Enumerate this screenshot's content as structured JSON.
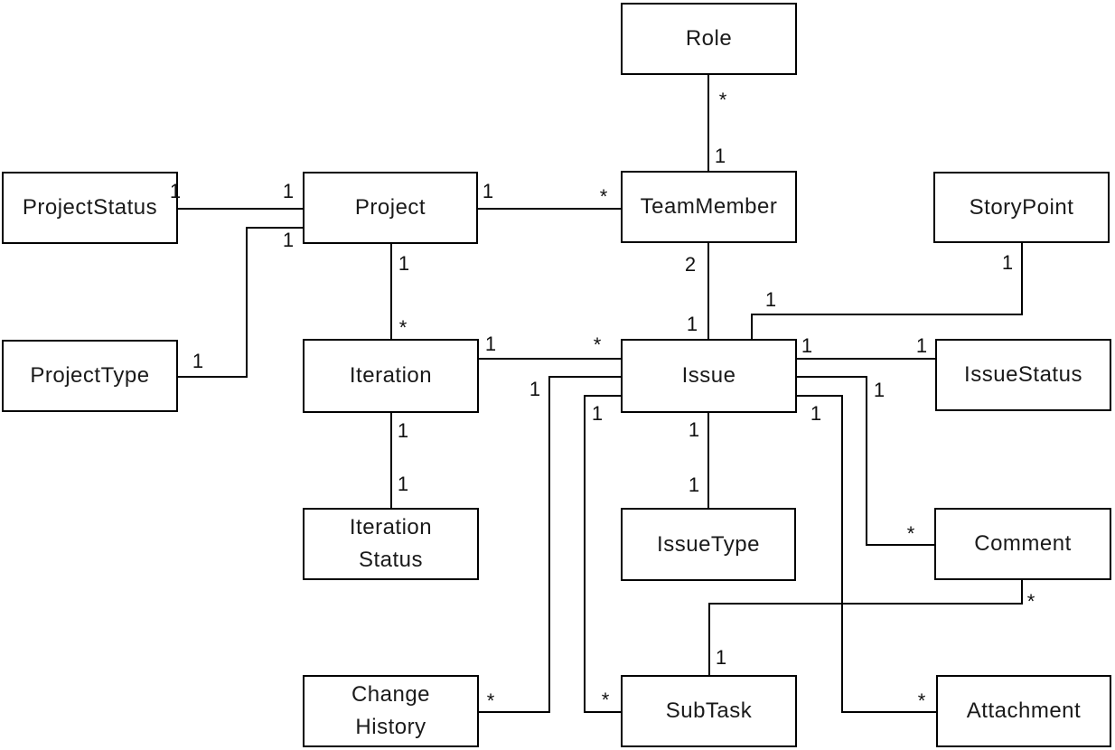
{
  "diagram": {
    "type": "entity-relationship",
    "entities": [
      {
        "id": "role",
        "label": "Role"
      },
      {
        "id": "project-status",
        "label": "ProjectStatus"
      },
      {
        "id": "project",
        "label": "Project"
      },
      {
        "id": "team-member",
        "label": "TeamMember"
      },
      {
        "id": "story-point",
        "label": "StoryPoint"
      },
      {
        "id": "project-type",
        "label": "ProjectType"
      },
      {
        "id": "iteration",
        "label": "Iteration"
      },
      {
        "id": "issue",
        "label": "Issue"
      },
      {
        "id": "issue-status",
        "label": "IssueStatus"
      },
      {
        "id": "iteration-status",
        "label": "Iteration Status"
      },
      {
        "id": "issue-type",
        "label": "IssueType"
      },
      {
        "id": "comment",
        "label": "Comment"
      },
      {
        "id": "change-history",
        "label": "Change History"
      },
      {
        "id": "subtask",
        "label": "SubTask"
      },
      {
        "id": "attachment",
        "label": "Attachment"
      }
    ],
    "relationships": [
      {
        "from": "Role",
        "to": "TeamMember",
        "from_card": "*",
        "to_card": "1"
      },
      {
        "from": "ProjectStatus",
        "to": "Project",
        "from_card": "1",
        "to_card": "1"
      },
      {
        "from": "Project",
        "to": "TeamMember",
        "from_card": "1",
        "to_card": "*"
      },
      {
        "from": "ProjectType",
        "to": "Project",
        "from_card": "1",
        "to_card": "1"
      },
      {
        "from": "Project",
        "to": "Iteration",
        "from_card": "1",
        "to_card": "*"
      },
      {
        "from": "TeamMember",
        "to": "Issue",
        "from_card": "2",
        "to_card": "1"
      },
      {
        "from": "StoryPoint",
        "to": "Issue",
        "from_card": "1",
        "to_card": "1"
      },
      {
        "from": "Iteration",
        "to": "Issue",
        "from_card": "1",
        "to_card": "*"
      },
      {
        "from": "Iteration",
        "to": "IterationStatus",
        "from_card": "1",
        "to_card": "1"
      },
      {
        "from": "Issue",
        "to": "IssueStatus",
        "from_card": "1",
        "to_card": "1"
      },
      {
        "from": "Issue",
        "to": "IssueType",
        "from_card": "1",
        "to_card": "1"
      },
      {
        "from": "Issue",
        "to": "Comment",
        "from_card": "1",
        "to_card": "*"
      },
      {
        "from": "Issue",
        "to": "Attachment",
        "from_card": "1",
        "to_card": "*"
      },
      {
        "from": "Issue",
        "to": "ChangeHistory",
        "from_card": "1",
        "to_card": "*"
      },
      {
        "from": "Issue",
        "to": "SubTask",
        "from_card": "1",
        "to_card": "*"
      },
      {
        "from": "SubTask",
        "to": "Comment",
        "from_card": "1",
        "to_card": "*"
      }
    ],
    "colors": {
      "background": "#ffffff",
      "stroke": "#000000",
      "text": "#1a1a1a"
    }
  }
}
